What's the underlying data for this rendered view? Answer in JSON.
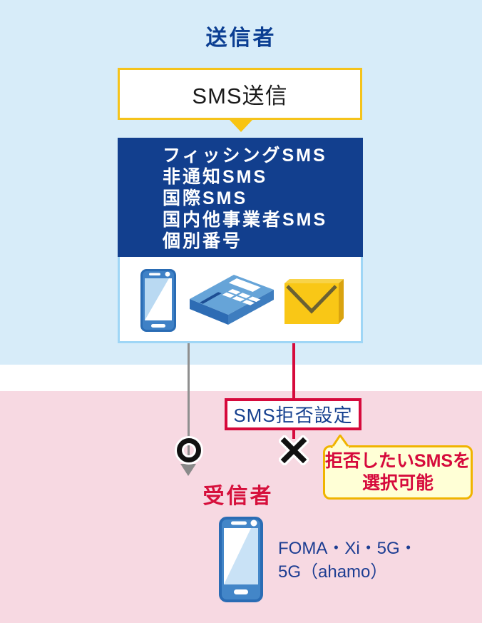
{
  "sender": {
    "title": "送信者",
    "send_label": "SMS送信"
  },
  "sms_types": [
    "フィッシングSMS",
    "非通知SMS",
    "国際SMS",
    "国内他事業者SMS",
    "個別番号"
  ],
  "sender_icons": [
    "smartphone-icon",
    "fax-machine-icon",
    "envelope-icon"
  ],
  "rejection": {
    "label": "SMS拒否設定",
    "pass_mark": "circle-mark",
    "block_mark": "cross-mark"
  },
  "bubble": {
    "line1": "拒否したいSMSを",
    "line2": "選択可能"
  },
  "receiver": {
    "title": "受信者",
    "device_icon": "smartphone-icon",
    "devices_line1": "FOMA・Xi・5G・",
    "devices_line2": "5G（ahamo）"
  },
  "colors": {
    "background_top": "#d7ecf9",
    "background_bottom": "#f7d9e2",
    "navy_box": "#123f8e",
    "navy_text": "#0b3e92",
    "crimson": "#d60a3c",
    "yellow": "#f5c31b",
    "bubble_fill": "#ffffd6",
    "bubble_border": "#f0b400",
    "gray_arrow": "#8a8a8a",
    "light_blue_border": "#9fd6f6"
  }
}
